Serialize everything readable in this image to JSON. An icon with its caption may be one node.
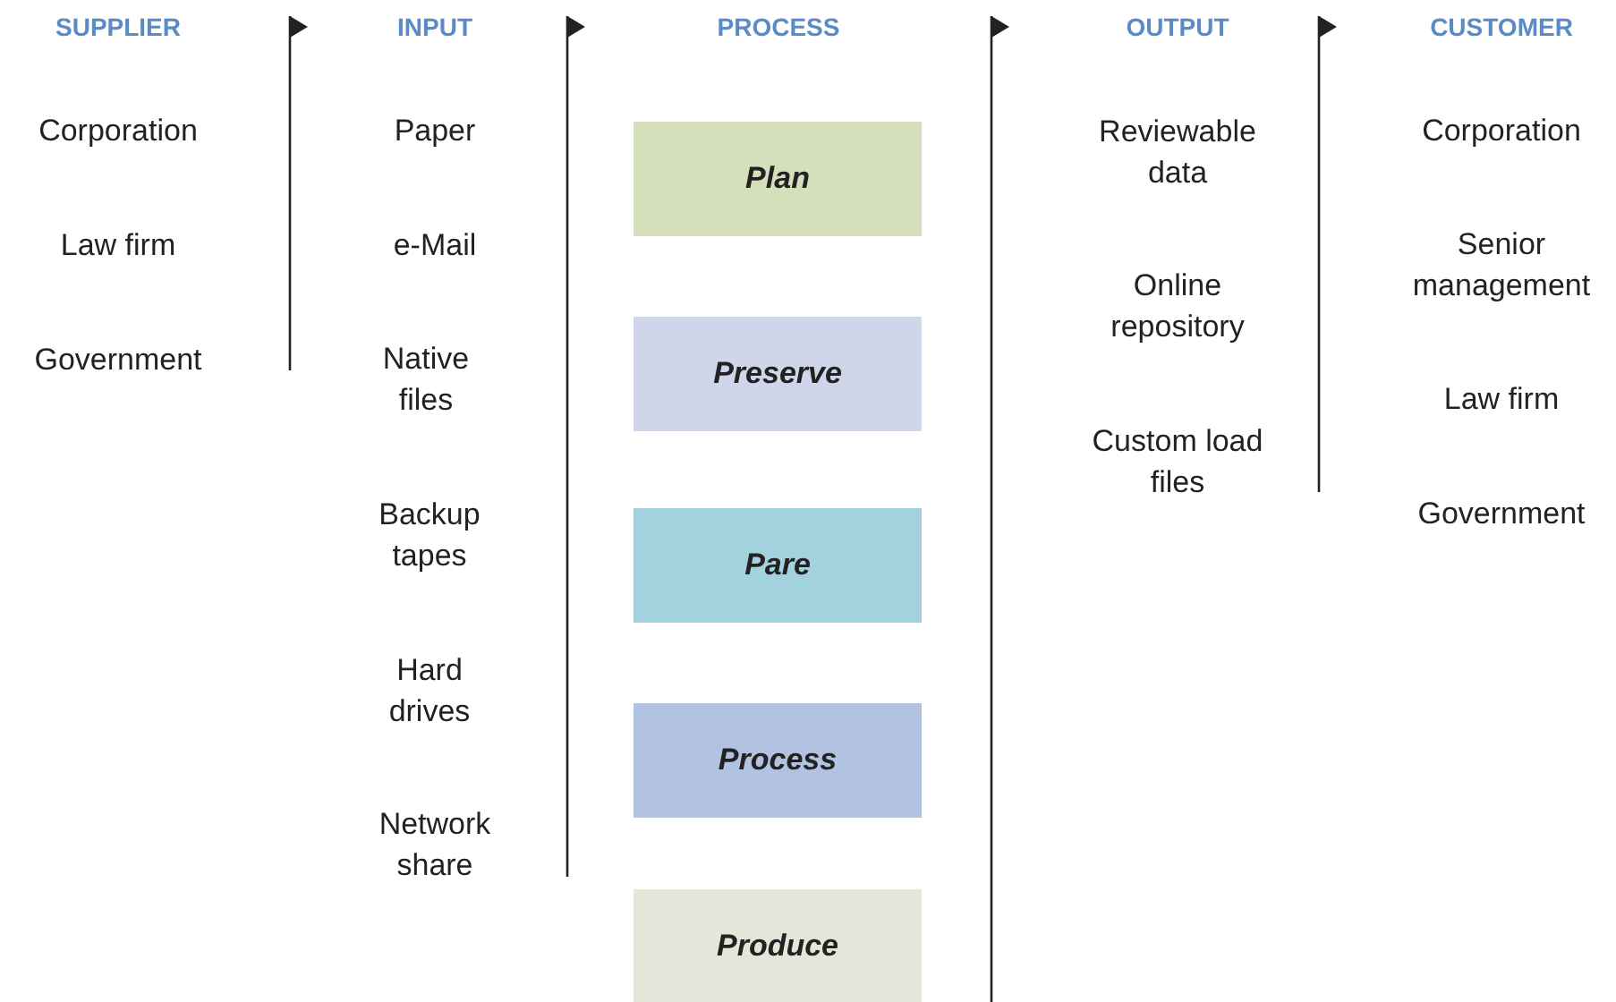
{
  "diagram": {
    "nodes": [
      {
        "text": [
          "Plan"
        ]
      },
      {
        "text": [
          "Preserve"
        ]
      },
      {
        "text": [
          "Pare"
        ]
      },
      {
        "text": [
          "Process"
        ]
      },
      {
        "text": [
          "Produce"
        ]
      }
    ],
    "labels": [
      "SUPPLIER",
      "INPUT",
      "PROCESS",
      "OUTPUT",
      "CUSTOMER",
      "Corporation",
      "Law firm",
      "Government",
      "Paper",
      "e-Mail",
      "Native files",
      "Backup tapes",
      "Hard drives",
      "Network share",
      "Reviewable data",
      "Online repository",
      "Custom load files",
      "Corporation",
      "Senior management",
      "Law firm",
      "Government"
    ]
  }
}
